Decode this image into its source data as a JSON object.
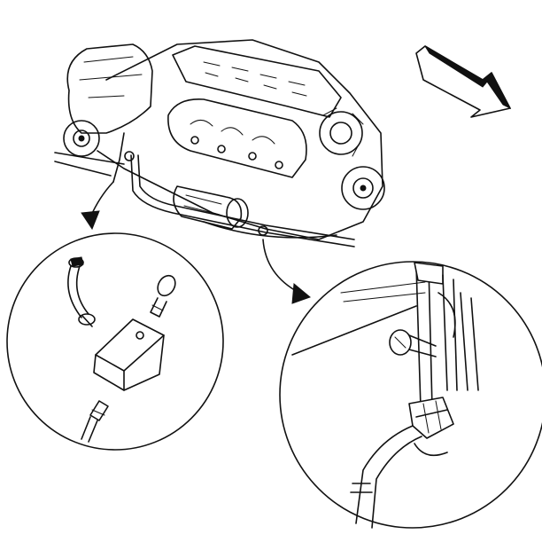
{
  "figure": {
    "parts": [
      {
        "name": "engine-assembly",
        "icon": "engine-icon"
      },
      {
        "name": "direction-arrow",
        "icon": "arrow-icon"
      },
      {
        "name": "detail-left-filter",
        "icon": "fuel-filter-icon"
      },
      {
        "name": "detail-right-bracket",
        "icon": "fuel-line-bracket-icon"
      }
    ],
    "colors": {
      "ink": "#111111",
      "paper": "#ffffff"
    }
  }
}
